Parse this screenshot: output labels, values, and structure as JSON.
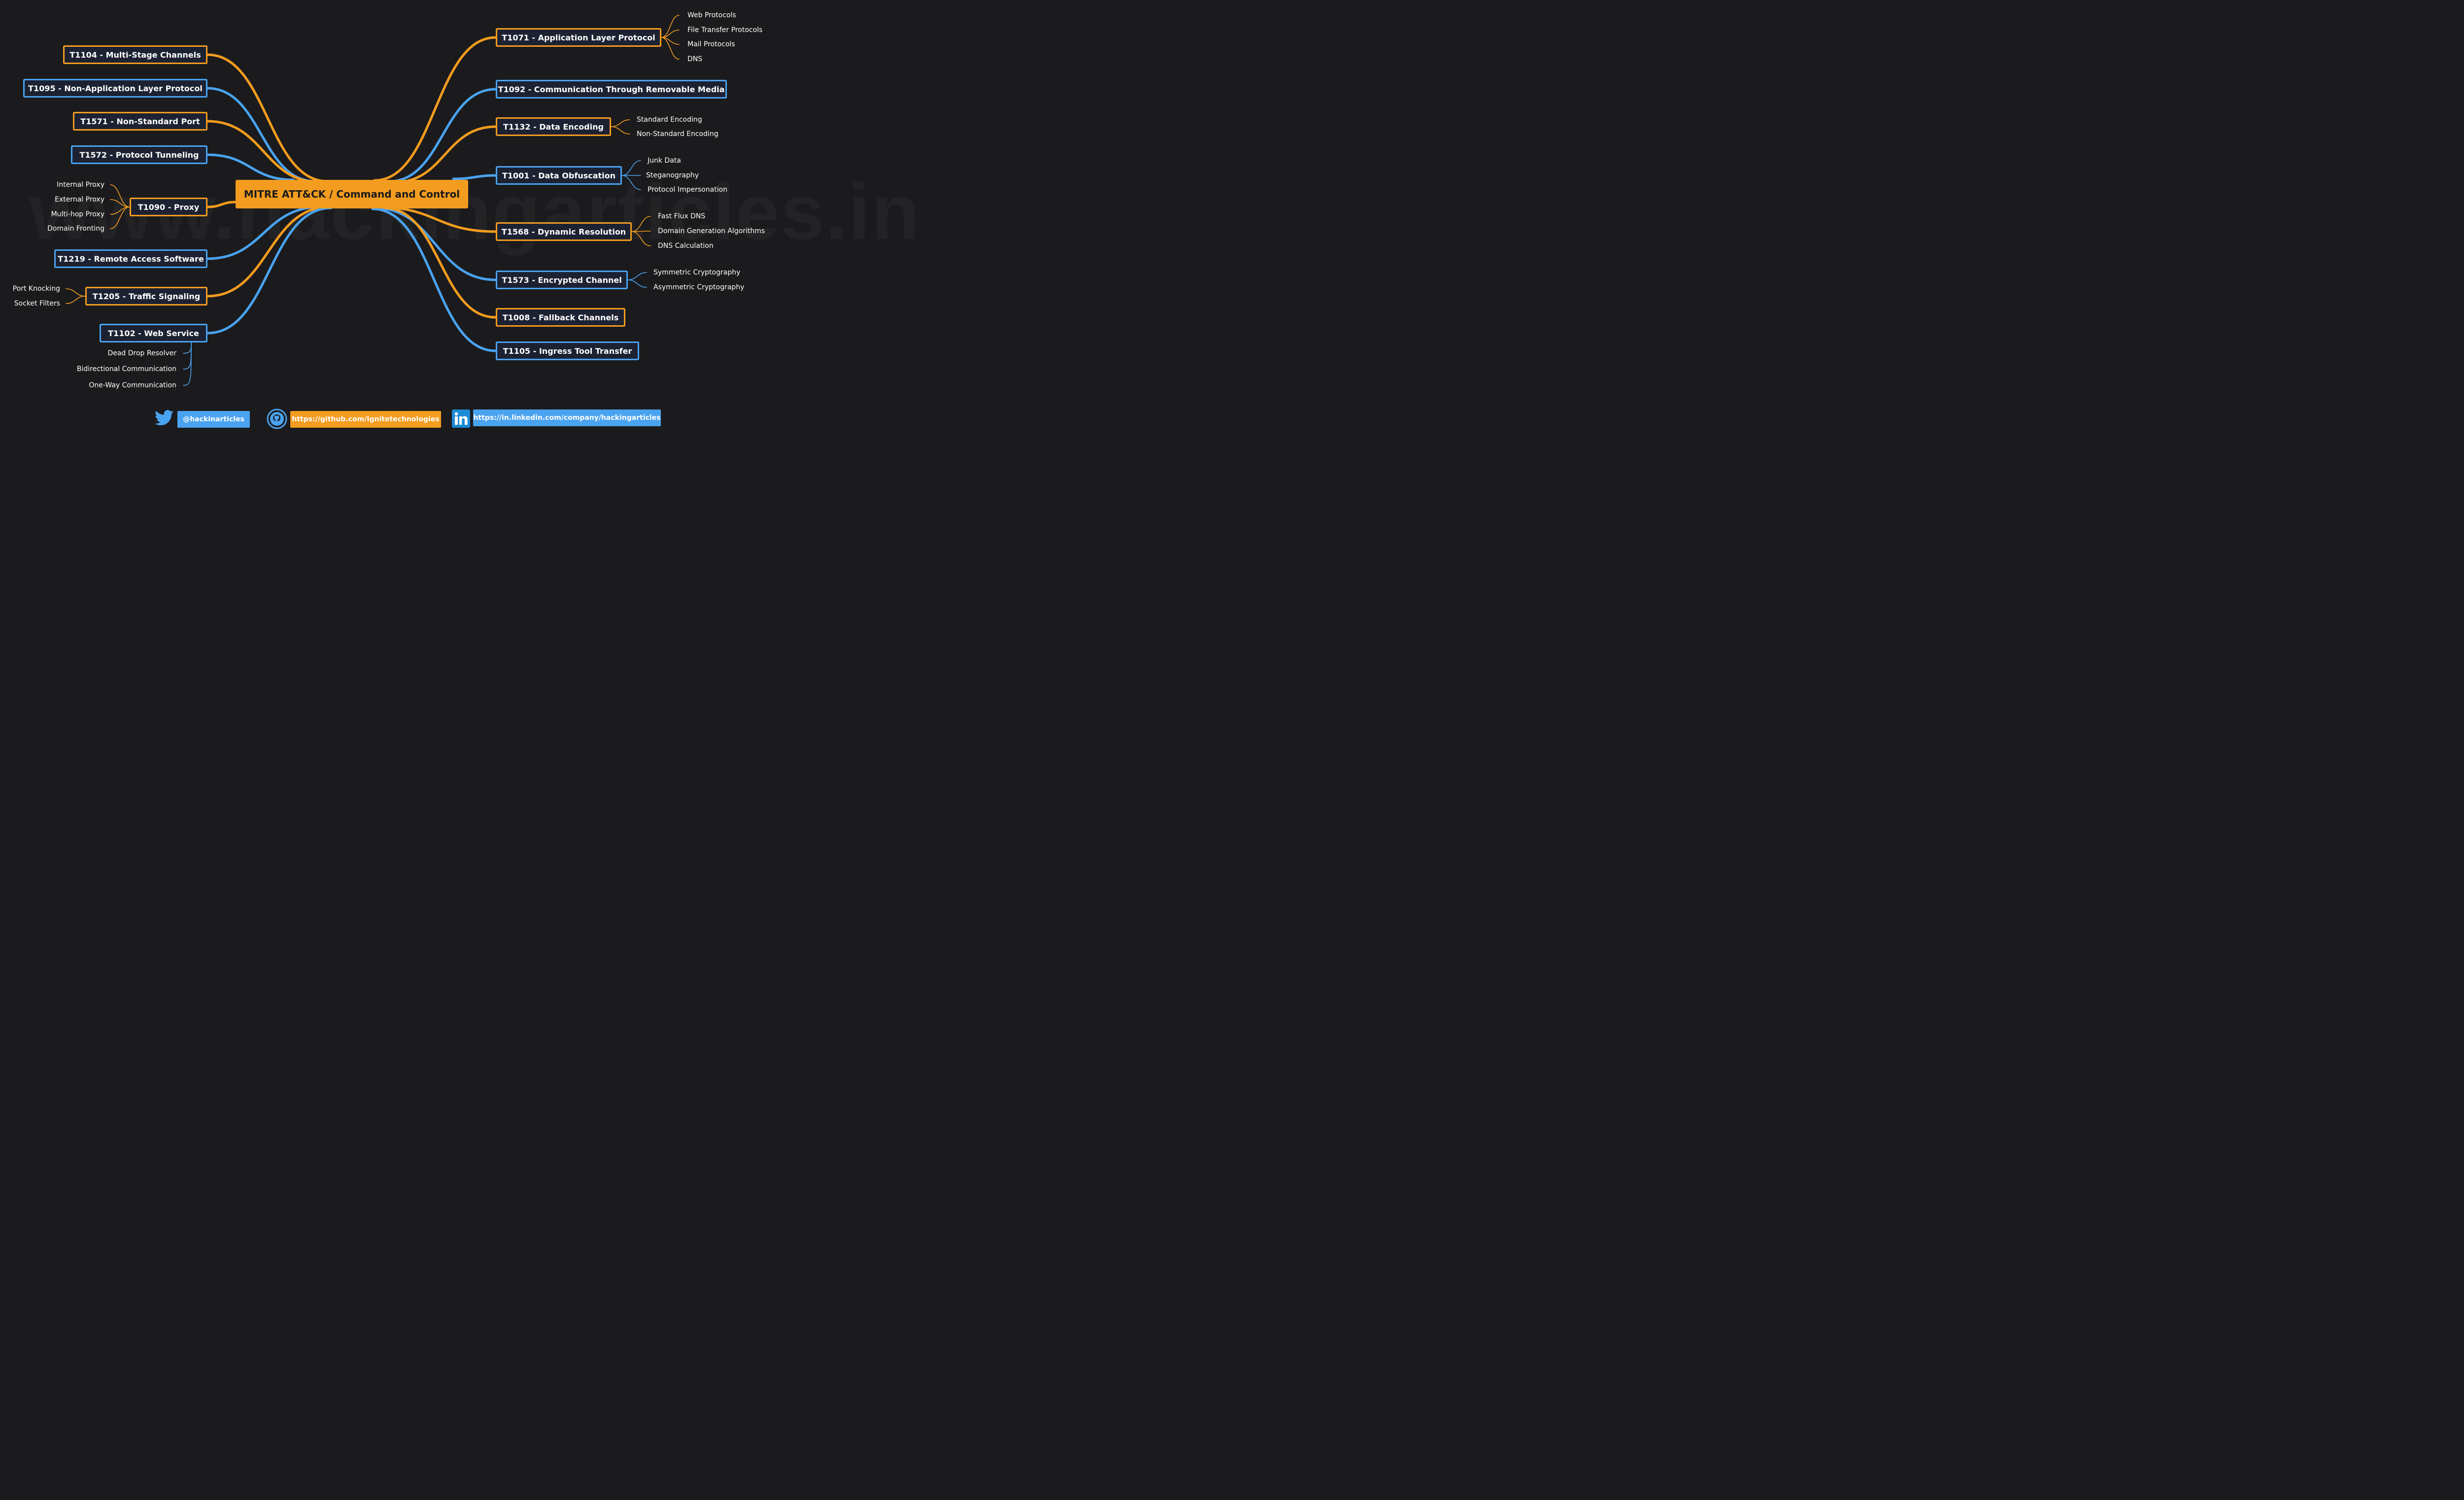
{
  "watermark": "www.hackingarticles.in",
  "center_title": "MITRE ATT&CK / Command and Control",
  "colors": {
    "orange": "#f39c1f",
    "blue": "#4aa3f0",
    "background": "#1b1b1d",
    "node_fill": "#1d2233"
  },
  "left": {
    "t1104": {
      "label": "T1104 -  Multi-Stage Channels",
      "color": "orange"
    },
    "t1095": {
      "label": "T1095 -  Non-Application Layer Protocol",
      "color": "blue"
    },
    "t1571": {
      "label": "T1571 -  Non-Standard Port",
      "color": "orange"
    },
    "t1572": {
      "label": "T1572 -  Protocol Tunneling",
      "color": "blue"
    },
    "t1090": {
      "label": "T1090 - Proxy",
      "color": "orange",
      "subs": [
        "Internal Proxy",
        "External Proxy",
        "Multi-hop Proxy",
        "Domain Fronting"
      ]
    },
    "t1219": {
      "label": "T1219 - Remote Access Software",
      "color": "blue"
    },
    "t1205": {
      "label": "T1205 -  Traffic Signaling",
      "color": "orange",
      "subs": [
        "Port Knocking",
        "Socket Filters"
      ]
    },
    "t1102": {
      "label": "T1102 -  Web Service",
      "color": "blue",
      "subs": [
        "Dead Drop Resolver",
        "Bidirectional Communication",
        "One-Way Communication"
      ]
    }
  },
  "right": {
    "t1071": {
      "label": "T1071 -  Application Layer Protocol",
      "color": "orange",
      "subs": [
        "Web Protocols",
        "File Transfer Protocols",
        "Mail Protocols",
        "DNS"
      ]
    },
    "t1092": {
      "label": "T1092 -  Communication Through Removable Media",
      "color": "blue"
    },
    "t1132": {
      "label": "T1132 -  Data Encoding",
      "color": "orange",
      "subs": [
        "Standard Encoding",
        "Non-Standard Encoding"
      ]
    },
    "t1001": {
      "label": "T1001 -  Data Obfuscation",
      "color": "blue",
      "subs": [
        "Junk Data",
        "Steganography",
        "Protocol Impersonation"
      ]
    },
    "t1568": {
      "label": "T1568 - Dynamic Resolution",
      "color": "orange",
      "subs": [
        "Fast Flux DNS",
        "Domain Generation Algorithms",
        "DNS Calculation"
      ]
    },
    "t1573": {
      "label": "T1573 -  Encrypted Channel",
      "color": "blue",
      "subs": [
        "Symmetric Cryptography",
        "Asymmetric Cryptography"
      ]
    },
    "t1008": {
      "label": "T1008 -  Fallback Channels",
      "color": "orange"
    },
    "t1105": {
      "label": "T1105 -  Ingress Tool Transfer",
      "color": "blue"
    }
  },
  "footer": {
    "twitter": {
      "icon": "twitter-bird-icon",
      "label": "@hackinarticles"
    },
    "github": {
      "icon": "github-octocat-icon",
      "label": "https://github.com/Ignitetechnologies"
    },
    "linkedin": {
      "icon": "linkedin-icon",
      "label": "https://in.linkedin.com/company/hackingarticles"
    }
  }
}
